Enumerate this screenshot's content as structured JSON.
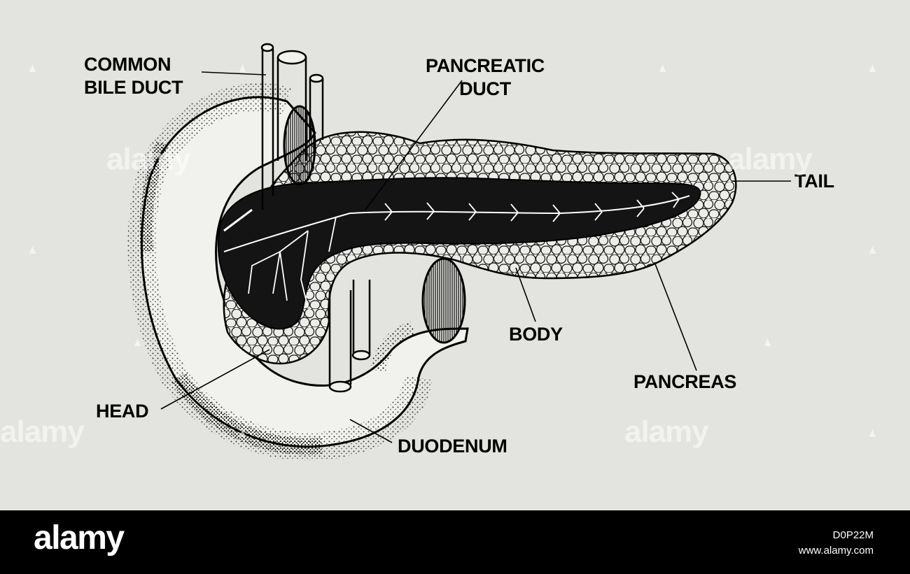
{
  "diagram": {
    "labels": {
      "common_bile_duct": [
        "COMMON",
        "BILE DUCT"
      ],
      "pancreatic_duct": [
        "PANCREATIC",
        "DUCT"
      ],
      "tail": "TAIL",
      "body": "BODY",
      "pancreas": "PANCREAS",
      "head": "HEAD",
      "duodenum": "DUODENUM"
    }
  },
  "watermark": {
    "text": "alamy"
  },
  "footer": {
    "logo": "alamy",
    "image_id": "D0P22M",
    "url": "www.alamy.com"
  },
  "colors": {
    "background": "#e3e3df",
    "ink": "#000000",
    "footer": "#000000"
  }
}
